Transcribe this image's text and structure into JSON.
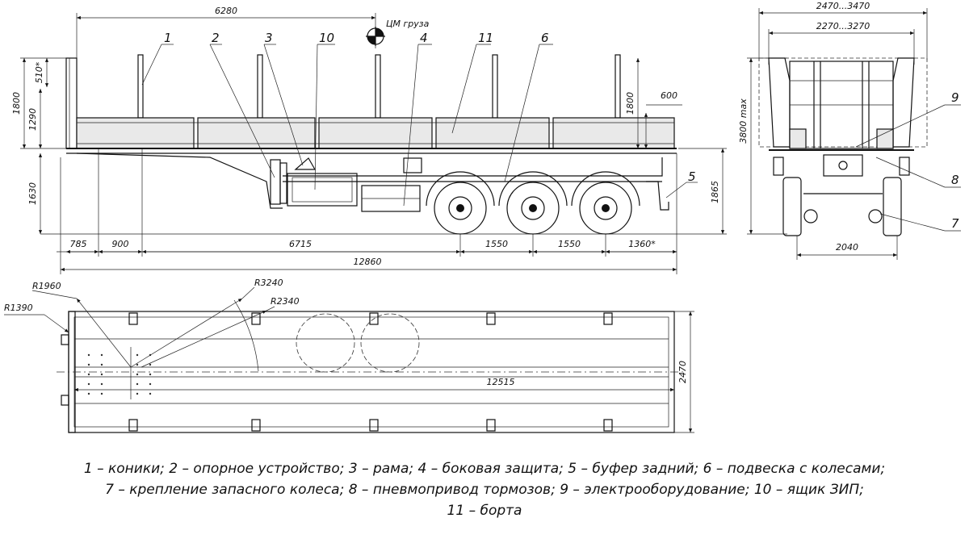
{
  "side_view": {
    "dims": {
      "total_top": "6280",
      "h_510": "510*",
      "h_1800_left": "1800",
      "h_1290": "1290",
      "h_1800_right": "1800",
      "h_600": "600",
      "h_1630": "1630",
      "h_1865": "1865",
      "b_785": "785",
      "b_900": "900",
      "b_6715": "6715",
      "b_1550a": "1550",
      "b_1550b": "1550",
      "b_1360": "1360*",
      "b_12860": "12860"
    },
    "cg_label": "ЦМ груза",
    "callouts": [
      "1",
      "2",
      "3",
      "10",
      "4",
      "11",
      "6",
      "5"
    ]
  },
  "rear_view": {
    "dims": {
      "w_outer": "2470...3470",
      "w_inner": "2270...3270",
      "h_max": "3800 max",
      "w_2040": "2040"
    },
    "callouts": [
      "9",
      "8",
      "7"
    ]
  },
  "top_view": {
    "dims": {
      "r1960": "R1960",
      "r1390": "R1390",
      "r3240": "R3240",
      "r2340": "R2340",
      "len_12515": "12515",
      "w_2470": "2470"
    }
  },
  "legend": {
    "line1": "1 – коники; 2 – опорное устройство; 3 – рама; 4 – боковая защита; 5 – буфер задний; 6 – подвеска с колесами;",
    "line2": "7 – крепление запасного колеса; 8 – пневмопривод тормозов; 9 – электрооборудование; 10 – ящик ЗИП;",
    "line3": "11 – борта"
  }
}
